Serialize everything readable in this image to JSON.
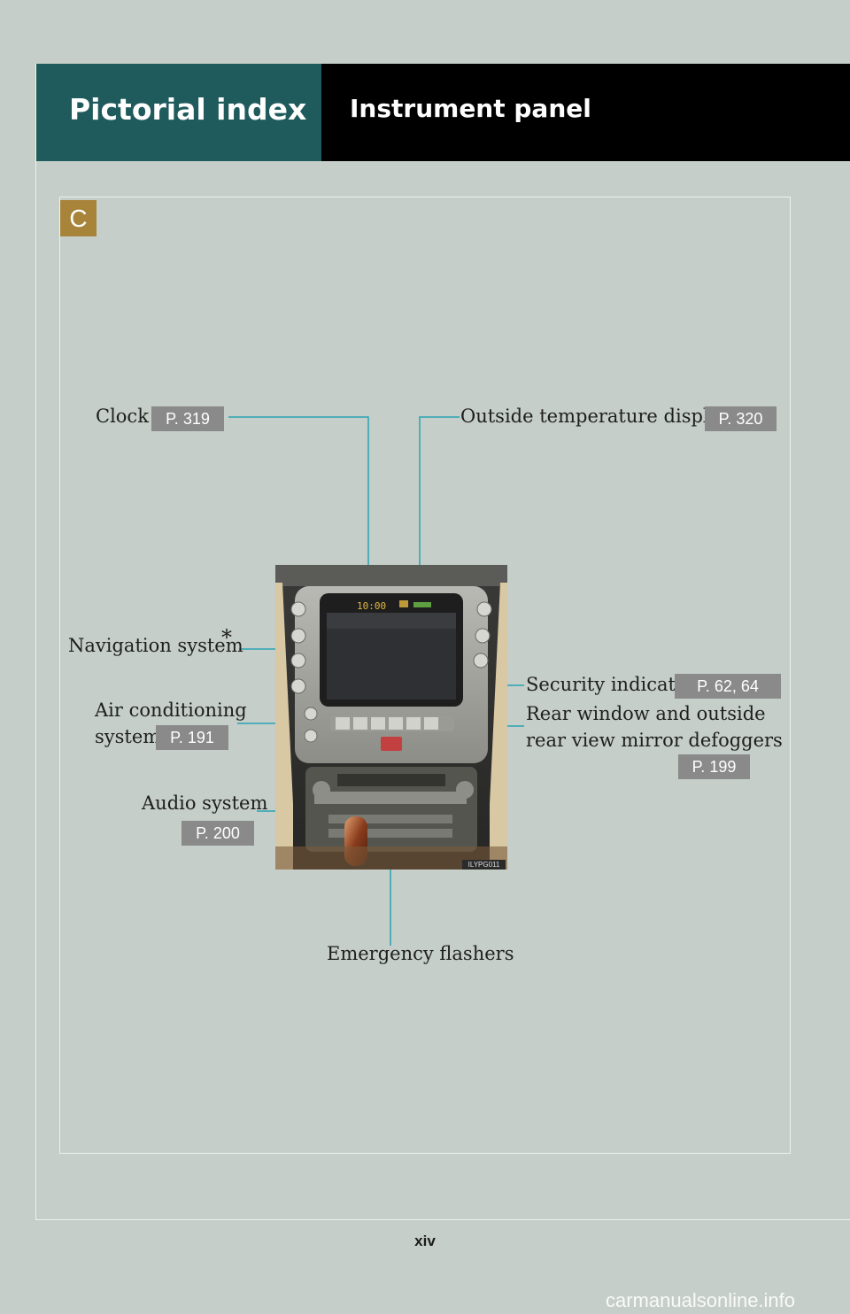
{
  "header": {
    "section": "Pictorial index",
    "title": "Instrument panel"
  },
  "section_tab": "C",
  "callouts": {
    "clock": {
      "label": "Clock",
      "ref": "P. 319"
    },
    "outside_temp": {
      "label": "Outside temperature display",
      "ref": "P. 320"
    },
    "navigation": {
      "label": "Navigation system",
      "mark": "*"
    },
    "air_conditioning": {
      "line1": "Air conditioning",
      "line2": "system",
      "ref": "P. 191"
    },
    "audio": {
      "label": "Audio system",
      "ref": "P. 200"
    },
    "security": {
      "label": "Security indicator",
      "ref": "P. 62, 64"
    },
    "defoggers": {
      "line1": "Rear window and outside",
      "line2": "rear view mirror defoggers",
      "ref": "P. 199"
    },
    "emergency": {
      "label": "Emergency flashers"
    }
  },
  "photo": {
    "clock_display": "10:00",
    "image_id": "ILYPG011"
  },
  "page_number": "xiv",
  "watermark": "carmanualsonline.info"
}
